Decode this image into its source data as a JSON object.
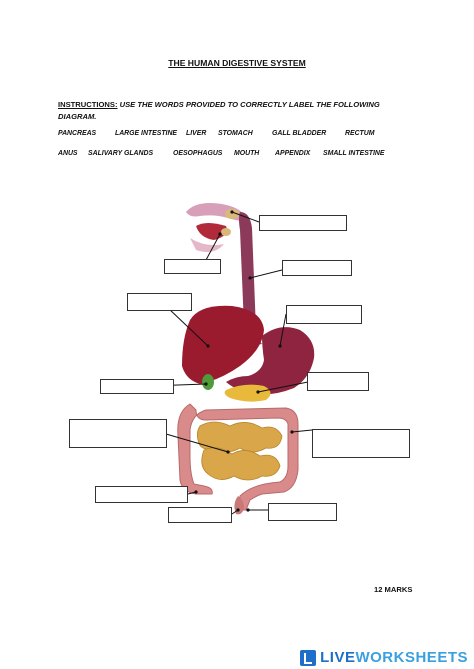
{
  "worksheet": {
    "title": "THE HUMAN DIGESTIVE SYSTEM",
    "instructions_lead": "INSTRUCTIONS:",
    "instructions_body": "USE THE WORDS PROVIDED TO CORRECTLY LABEL THE FOLLOWING DIAGRAM.",
    "word_bank_row1": [
      "PANCREAS",
      "LARGE INTESTINE",
      "LIVER",
      "STOMACH",
      "GALL BLADDER",
      "RECTUM"
    ],
    "word_bank_row2": [
      "ANUS",
      "SALIVARY GLANDS",
      "OESOPHAGUS",
      "MOUTH",
      "APPENDIX",
      "SMALL INTESTINE"
    ],
    "answer_boxes": [
      {
        "id": "box-1",
        "value": ""
      },
      {
        "id": "box-2",
        "value": ""
      },
      {
        "id": "box-3",
        "value": ""
      },
      {
        "id": "box-4",
        "value": ""
      },
      {
        "id": "box-5",
        "value": ""
      },
      {
        "id": "box-6",
        "value": ""
      },
      {
        "id": "box-7",
        "value": ""
      },
      {
        "id": "box-8",
        "value": ""
      },
      {
        "id": "box-9",
        "value": ""
      },
      {
        "id": "box-10",
        "value": ""
      },
      {
        "id": "box-11",
        "value": ""
      },
      {
        "id": "box-12",
        "value": ""
      }
    ],
    "marks": "12 MARKS"
  },
  "footer": {
    "brand_live": "LIVE",
    "brand_ws": "WORKSHEETS",
    "logo_icon": "liveworksheets-logo-icon"
  },
  "colors": {
    "liver": "#9b1b2e",
    "stomach": "#8e2440",
    "oesophagus": "#8c3a5a",
    "intestine_small": "#d9a64a",
    "intestine_large": "#d98a8a",
    "pancreas": "#e8b93a",
    "gall_bladder": "#4f9a3a",
    "brand_blue": "#1e6fc9"
  }
}
